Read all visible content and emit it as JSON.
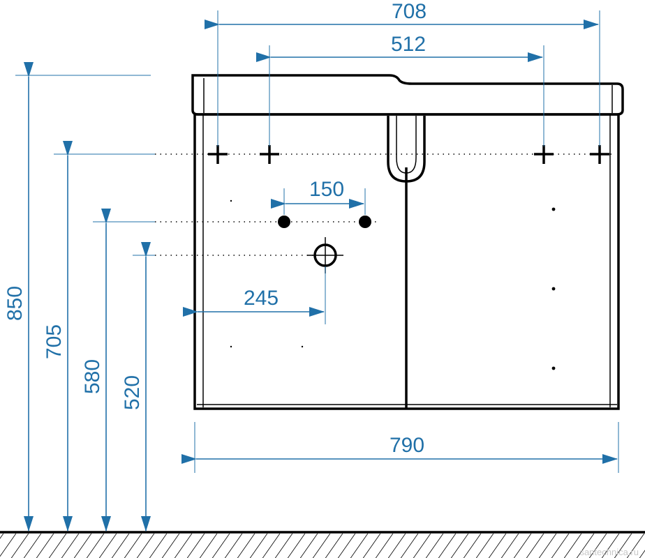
{
  "colors": {
    "dimension": "#2070a8",
    "outline": "#000000",
    "watermark": "#c8c8c8"
  },
  "dimensions": {
    "overall_width": "790",
    "outer_fixing_spacing": "708",
    "inner_fixing_spacing": "512",
    "tap_hole_spacing": "150",
    "drain_offset": "245",
    "total_height": "850",
    "fixing_height": "705",
    "tap_height": "580",
    "drain_height": "520"
  },
  "watermark": "santechnica.ru"
}
